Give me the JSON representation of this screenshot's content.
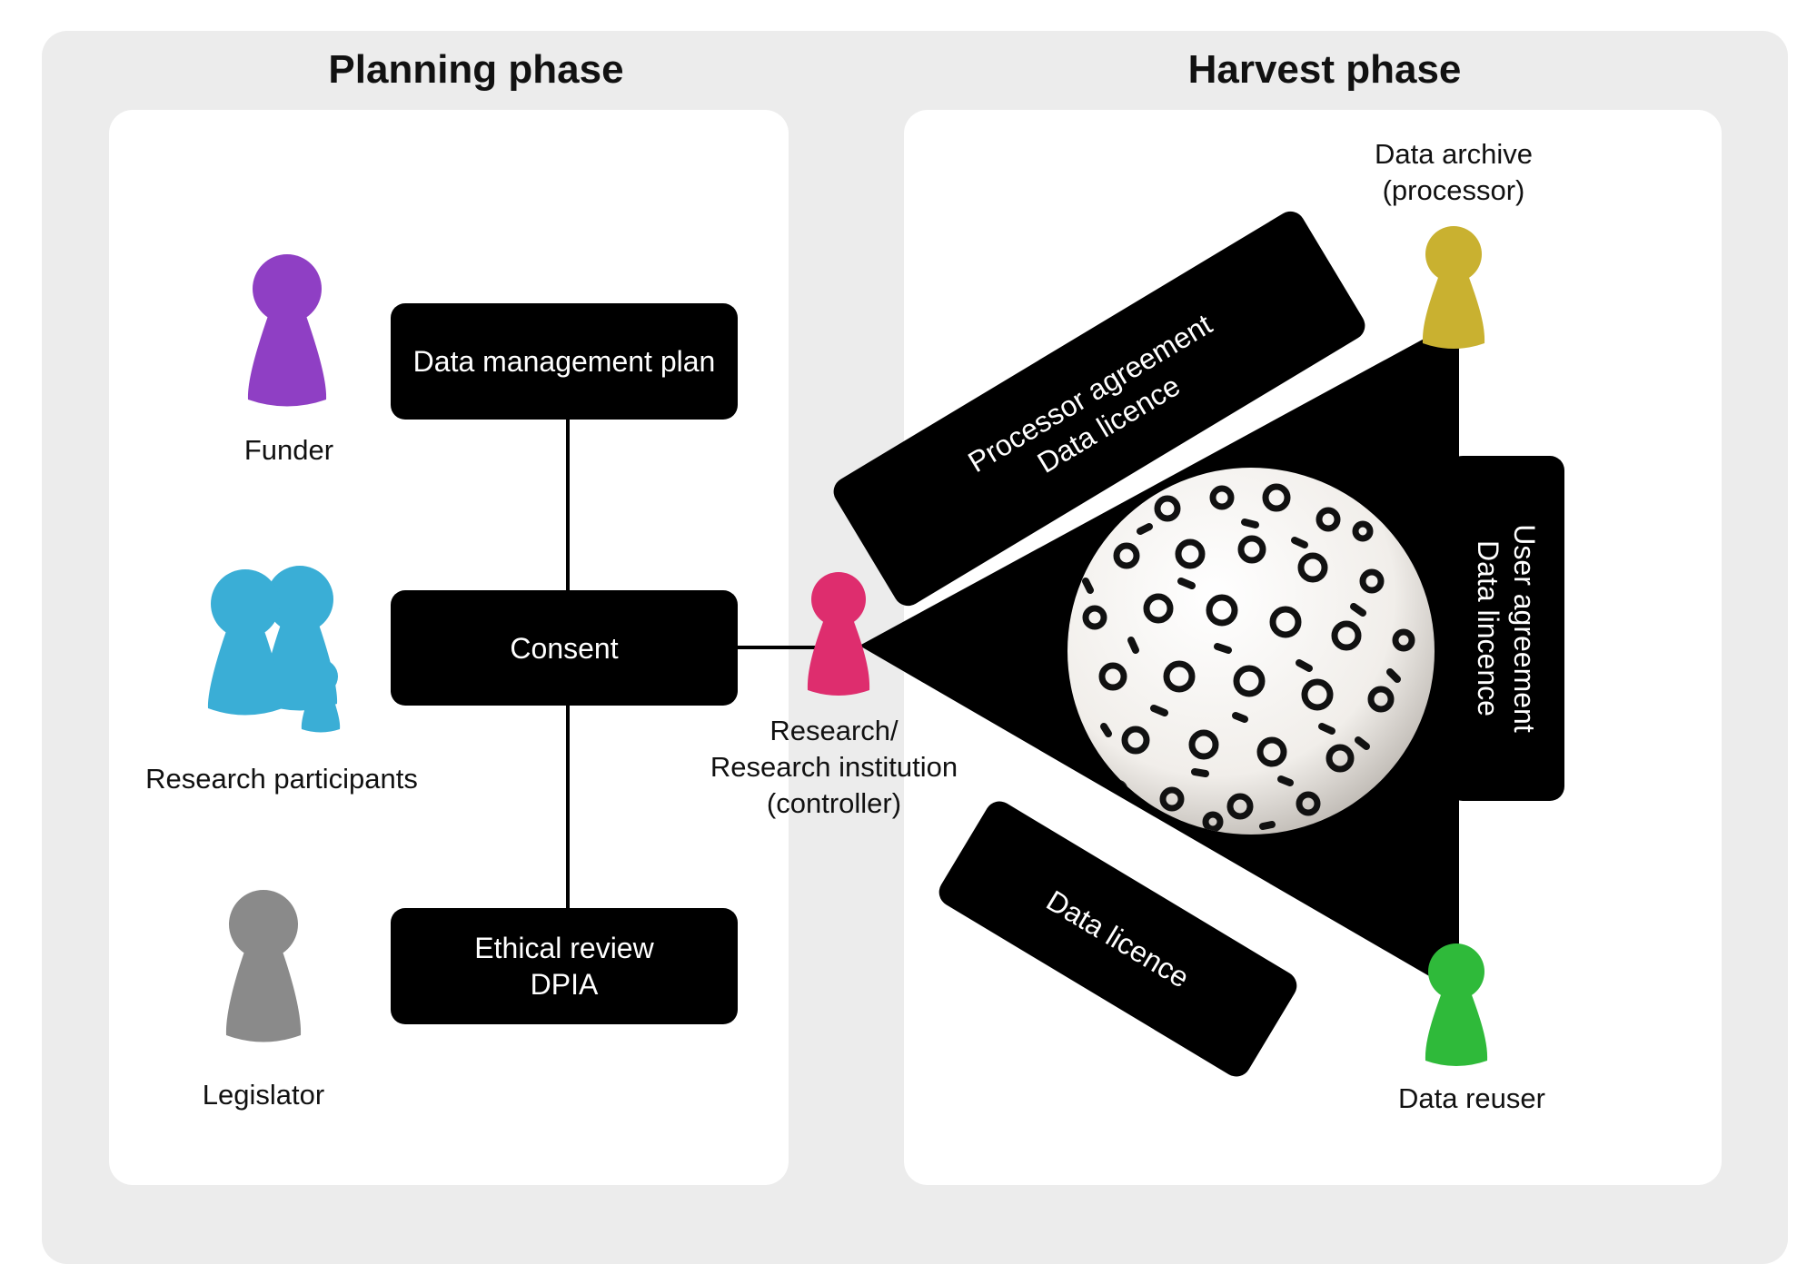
{
  "phases": {
    "planning": "Planning phase",
    "harvest": "Harvest phase"
  },
  "planning": {
    "boxes": {
      "dmp": "Data management plan",
      "consent": "Consent",
      "ethical": [
        "Ethical review",
        "DPIA"
      ]
    },
    "actors": {
      "funder": "Funder",
      "participants": "Research participants",
      "legislator": "Legislator"
    }
  },
  "controller": [
    "Research/",
    "Research institution",
    "(controller)"
  ],
  "harvest": {
    "archive": [
      "Data archive",
      "(processor)"
    ],
    "reuser": "Data reuser",
    "agreements": {
      "processor": [
        "Processor agreement",
        "Data licence"
      ],
      "user": [
        "User agreement",
        "Data lincence"
      ],
      "reuse": "Data licence"
    }
  },
  "colors": {
    "funder": "#8f3fc4",
    "participants": "#3aaed6",
    "legislator": "#8a8a8a",
    "controller": "#de2d6e",
    "archive": "#c9b130",
    "reuser": "#2fba3a",
    "panel_bg": "#ececec"
  }
}
